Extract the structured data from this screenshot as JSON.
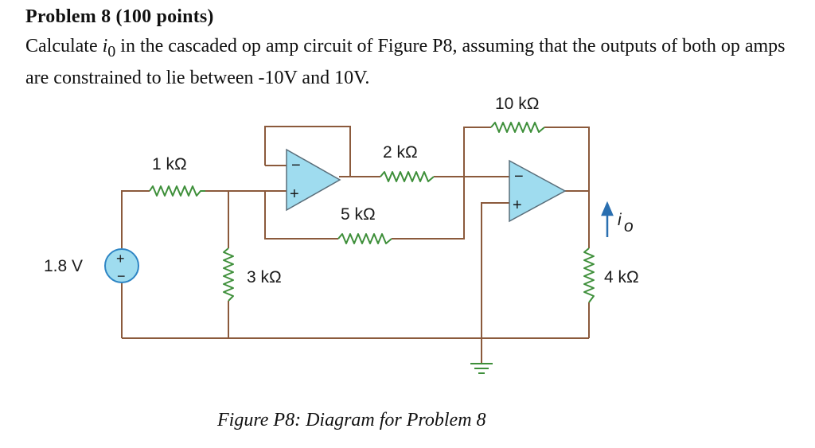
{
  "problem": {
    "heading": "Problem 8 (100 points)",
    "text_before": "Calculate ",
    "variable": "i",
    "variable_sub": "0",
    "text_after": " in the cascaded op amp circuit of Figure P8, assuming that the outputs of both op amps are constrained to lie between -10V and 10V."
  },
  "circuit": {
    "source_label": "1.8 V",
    "source_plus": "+",
    "source_minus": "−",
    "r_1k": "1 kΩ",
    "r_3k": "3 kΩ",
    "r_2k": "2 kΩ",
    "r_5k": "5 kΩ",
    "r_10k": "10 kΩ",
    "r_4k": "4 kΩ",
    "opamp1_minus": "−",
    "opamp1_plus": "+",
    "opamp2_minus": "−",
    "opamp2_plus": "+",
    "current_symbol": "i",
    "current_sub": "o"
  },
  "caption": "Figure P8: Diagram for Problem 8",
  "colors": {
    "wire": "#8b5a3c",
    "resistor": "#3e8f3a",
    "opamp_fill": "#9fdcef",
    "arrow": "#2a6fb0"
  }
}
